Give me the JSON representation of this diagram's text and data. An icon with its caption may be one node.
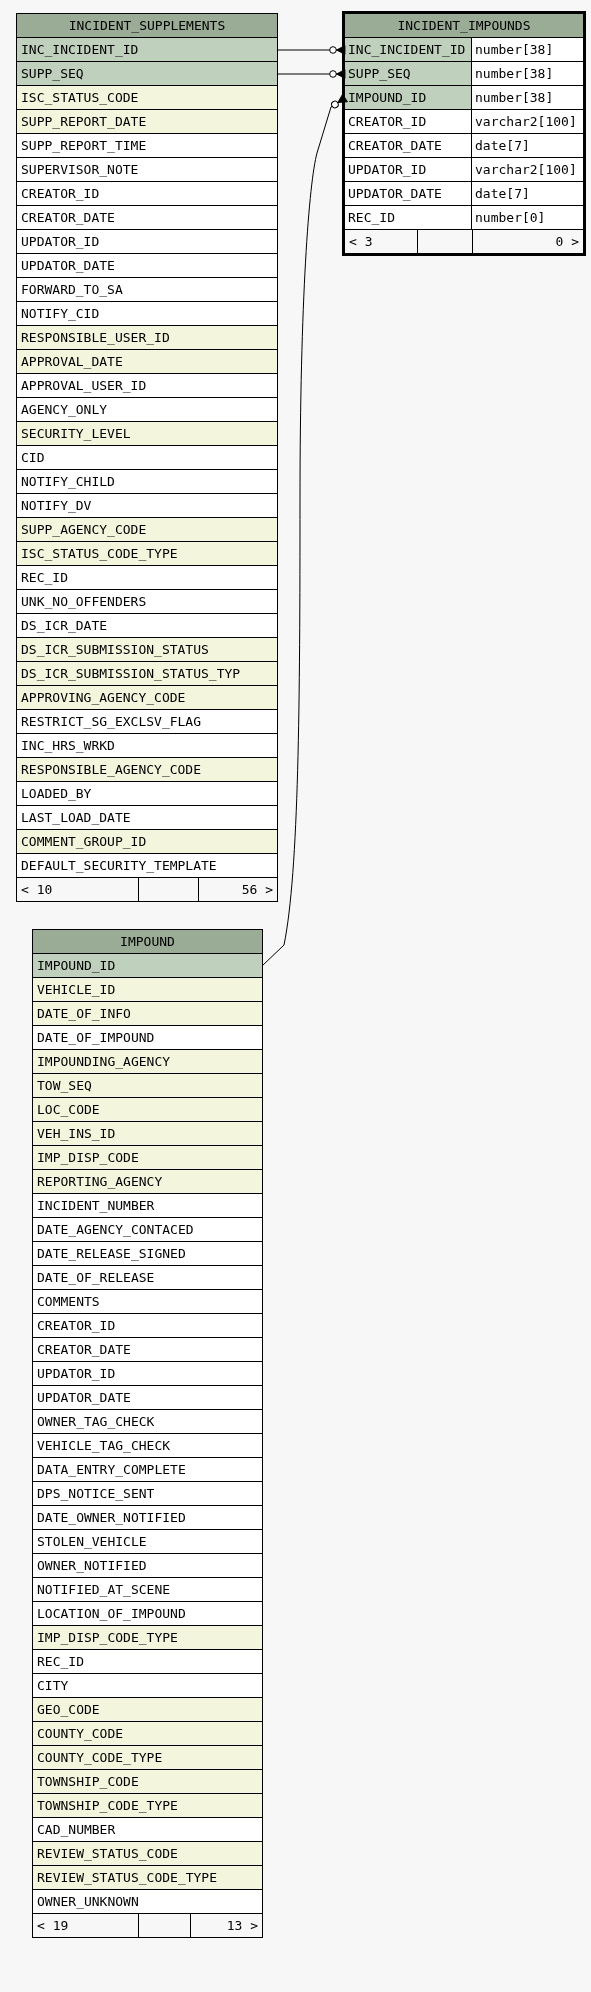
{
  "diagram": {
    "nodes": [
      {
        "text": [
          "INCIDENT_SUPPLEMENTS"
        ]
      },
      {
        "text": [
          "INC_INCIDENT_ID"
        ],
        "in": 0
      },
      {
        "text": [
          "SUPP_SEQ"
        ],
        "in": 0
      },
      {
        "text": [
          "ISC_STATUS_CODE"
        ],
        "in": 0
      },
      {
        "text": [
          "SUPP_REPORT_DATE"
        ],
        "in": 0
      },
      {
        "text": [
          "SUPP_REPORT_TIME"
        ],
        "in": 0
      },
      {
        "text": [
          "SUPERVISOR_NOTE"
        ],
        "in": 0
      },
      {
        "text": [
          "CREATOR_ID"
        ],
        "in": 0
      },
      {
        "text": [
          "CREATOR_DATE"
        ],
        "in": 0
      },
      {
        "text": [
          "UPDATOR_ID"
        ],
        "in": 0
      },
      {
        "text": [
          "UPDATOR_DATE"
        ],
        "in": 0
      },
      {
        "text": [
          "FORWARD_TO_SA"
        ],
        "in": 0
      },
      {
        "text": [
          "NOTIFY_CID"
        ],
        "in": 0
      },
      {
        "text": [
          "RESPONSIBLE_USER_ID"
        ],
        "in": 0
      },
      {
        "text": [
          "APPROVAL_DATE"
        ],
        "in": 0
      },
      {
        "text": [
          "APPROVAL_USER_ID"
        ],
        "in": 0
      },
      {
        "text": [
          "AGENCY_ONLY"
        ],
        "in": 0
      },
      {
        "text": [
          "SECURITY_LEVEL"
        ],
        "in": 0
      },
      {
        "text": [
          "CID"
        ],
        "in": 0
      },
      {
        "text": [
          "NOTIFY_CHILD"
        ],
        "in": 0
      },
      {
        "text": [
          "NOTIFY_DV"
        ],
        "in": 0
      },
      {
        "text": [
          "SUPP_AGENCY_CODE"
        ],
        "in": 0
      },
      {
        "text": [
          "ISC_STATUS_CODE_TYPE"
        ],
        "in": 0
      },
      {
        "text": [
          "REC_ID"
        ],
        "in": 0
      },
      {
        "text": [
          "UNK_NO_OFFENDERS"
        ],
        "in": 0
      },
      {
        "text": [
          "DS_ICR_DATE"
        ],
        "in": 0
      },
      {
        "text": [
          "DS_ICR_SUBMISSION_STATUS"
        ],
        "in": 0
      },
      {
        "text": [
          "DS_ICR_SUBMISSION_STATUS_TYP"
        ],
        "in": 0
      },
      {
        "text": [
          "APPROVING_AGENCY_CODE"
        ],
        "in": 0
      },
      {
        "text": [
          "RESTRICT_SG_EXCLSV_FLAG"
        ],
        "in": 0
      },
      {
        "text": [
          "INC_HRS_WRKD"
        ],
        "in": 0
      },
      {
        "text": [
          "RESPONSIBLE_AGENCY_CODE"
        ],
        "in": 0
      },
      {
        "text": [
          "LOADED_BY"
        ],
        "in": 0
      },
      {
        "text": [
          "LAST_LOAD_DATE"
        ],
        "in": 0
      },
      {
        "text": [
          "COMMENT_GROUP_ID"
        ],
        "in": 0
      },
      {
        "text": [
          "DEFAULT_SECURITY_TEMPLATE"
        ],
        "in": 0
      },
      {
        "text": [
          "< 10",
          "56 >"
        ],
        "in": 0
      },
      {
        "text": [
          "INCIDENT_IMPOUNDS"
        ]
      },
      {
        "text": [
          "INC_INCIDENT_ID",
          "number[38]"
        ],
        "in": 37
      },
      {
        "text": [
          "SUPP_SEQ",
          "number[38]"
        ],
        "in": 37
      },
      {
        "text": [
          "IMPOUND_ID",
          "number[38]"
        ],
        "in": 37
      },
      {
        "text": [
          "CREATOR_ID",
          "varchar2[100]"
        ],
        "in": 37
      },
      {
        "text": [
          "CREATOR_DATE",
          "date[7]"
        ],
        "in": 37
      },
      {
        "text": [
          "UPDATOR_ID",
          "varchar2[100]"
        ],
        "in": 37
      },
      {
        "text": [
          "UPDATOR_DATE",
          "date[7]"
        ],
        "in": 37
      },
      {
        "text": [
          "REC_ID",
          "number[0]"
        ],
        "in": 37
      },
      {
        "text": [
          "< 3",
          "0 >"
        ],
        "in": 37
      },
      {
        "text": [
          "IMPOUND"
        ]
      },
      {
        "text": [
          "IMPOUND_ID"
        ],
        "in": 47
      },
      {
        "text": [
          "VEHICLE_ID"
        ],
        "in": 47
      },
      {
        "text": [
          "DATE_OF_INFO"
        ],
        "in": 47
      },
      {
        "text": [
          "DATE_OF_IMPOUND"
        ],
        "in": 47
      },
      {
        "text": [
          "IMPOUNDING_AGENCY"
        ],
        "in": 47
      },
      {
        "text": [
          "TOW_SEQ"
        ],
        "in": 47
      },
      {
        "text": [
          "LOC_CODE"
        ],
        "in": 47
      },
      {
        "text": [
          "VEH_INS_ID"
        ],
        "in": 47
      },
      {
        "text": [
          "IMP_DISP_CODE"
        ],
        "in": 47
      },
      {
        "text": [
          "REPORTING_AGENCY"
        ],
        "in": 47
      },
      {
        "text": [
          "INCIDENT_NUMBER"
        ],
        "in": 47
      },
      {
        "text": [
          "DATE_AGENCY_CONTACED"
        ],
        "in": 47
      },
      {
        "text": [
          "DATE_RELEASE_SIGNED"
        ],
        "in": 47
      },
      {
        "text": [
          "DATE_OF_RELEASE"
        ],
        "in": 47
      },
      {
        "text": [
          "COMMENTS"
        ],
        "in": 47
      },
      {
        "text": [
          "CREATOR_ID"
        ],
        "in": 47
      },
      {
        "text": [
          "CREATOR_DATE"
        ],
        "in": 47
      },
      {
        "text": [
          "UPDATOR_ID"
        ],
        "in": 47
      },
      {
        "text": [
          "UPDATOR_DATE"
        ],
        "in": 47
      },
      {
        "text": [
          "OWNER_TAG_CHECK"
        ],
        "in": 47
      },
      {
        "text": [
          "VEHICLE_TAG_CHECK"
        ],
        "in": 47
      },
      {
        "text": [
          "DATA_ENTRY_COMPLETE"
        ],
        "in": 47
      },
      {
        "text": [
          "DPS_NOTICE_SENT"
        ],
        "in": 47
      },
      {
        "text": [
          "DATE_OWNER_NOTIFIED"
        ],
        "in": 47
      },
      {
        "text": [
          "STOLEN_VEHICLE"
        ],
        "in": 47
      },
      {
        "text": [
          "OWNER_NOTIFIED"
        ],
        "in": 47
      },
      {
        "text": [
          "NOTIFIED_AT_SCENE"
        ],
        "in": 47
      },
      {
        "text": [
          "LOCATION_OF_IMPOUND"
        ],
        "in": 47
      },
      {
        "text": [
          "IMP_DISP_CODE_TYPE"
        ],
        "in": 47
      },
      {
        "text": [
          "REC_ID"
        ],
        "in": 47
      },
      {
        "text": [
          "CITY"
        ],
        "in": 47
      },
      {
        "text": [
          "GEO_CODE"
        ],
        "in": 47
      },
      {
        "text": [
          "COUNTY_CODE"
        ],
        "in": 47
      },
      {
        "text": [
          "COUNTY_CODE_TYPE"
        ],
        "in": 47
      },
      {
        "text": [
          "TOWNSHIP_CODE"
        ],
        "in": 47
      },
      {
        "text": [
          "TOWNSHIP_CODE_TYPE"
        ],
        "in": 47
      },
      {
        "text": [
          "CAD_NUMBER"
        ],
        "in": 47
      },
      {
        "text": [
          "REVIEW_STATUS_CODE"
        ],
        "in": 47
      },
      {
        "text": [
          "REVIEW_STATUS_CODE_TYPE"
        ],
        "in": 47
      },
      {
        "text": [
          "OWNER_UNKNOWN"
        ],
        "in": 47
      },
      {
        "text": [
          "< 19",
          "13 >"
        ],
        "in": 47
      }
    ],
    "edges": [
      {
        "from": 1,
        "to": 38,
        "arrow": "other"
      },
      {
        "from": 2,
        "to": 39,
        "arrow": "other"
      },
      {
        "from": 48,
        "to": 40,
        "arrow": "other"
      }
    ]
  }
}
